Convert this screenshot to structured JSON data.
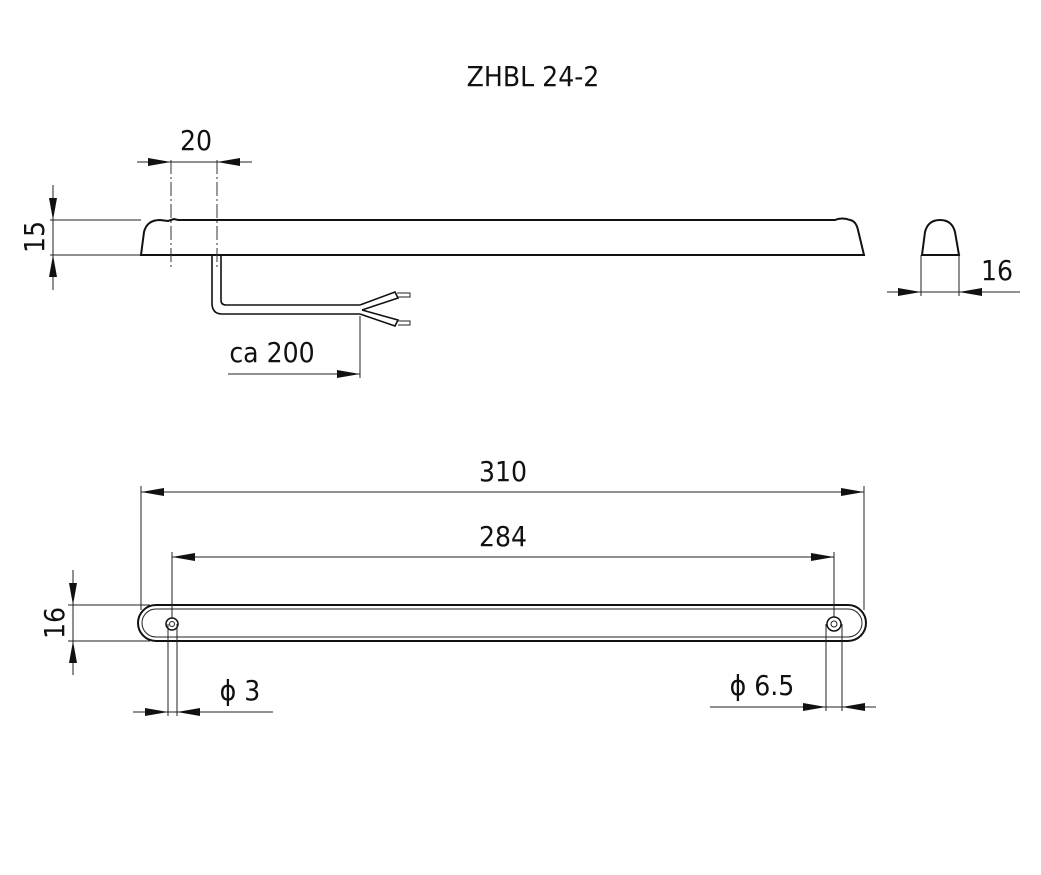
{
  "title": "ZHBL 24-2",
  "side_view": {
    "dim_cable_offset": "20",
    "dim_height": "15",
    "dim_cable_length": "ca 200"
  },
  "end_view": {
    "dim_width": "16"
  },
  "top_view": {
    "dim_overall_length": "310",
    "dim_hole_spacing": "284",
    "dim_width": "16",
    "dim_hole_left": "ϕ 3",
    "dim_hole_right": "ϕ 6.5"
  }
}
